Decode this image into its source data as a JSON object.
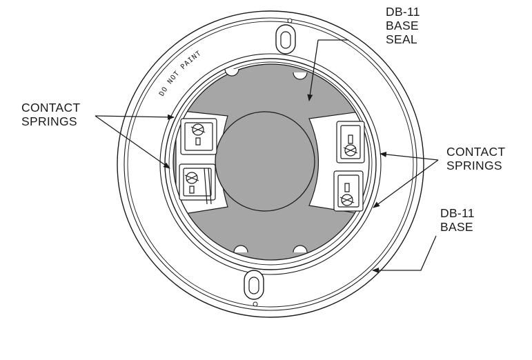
{
  "labels": {
    "seal_line1": "DB-11",
    "seal_line2": "BASE",
    "seal_line3": "SEAL",
    "left_springs_line1": "CONTACT",
    "left_springs_line2": "SPRINGS",
    "right_springs_line1": "CONTACT",
    "right_springs_line2": "SPRINGS",
    "base_line1": "DB-11",
    "base_line2": "BASE"
  },
  "imprint": {
    "do_not_paint": "DO NOT PAINT"
  },
  "colors": {
    "line": "#1a1a1a",
    "seal_fill": "#a6a6a6",
    "background": "#ffffff"
  }
}
